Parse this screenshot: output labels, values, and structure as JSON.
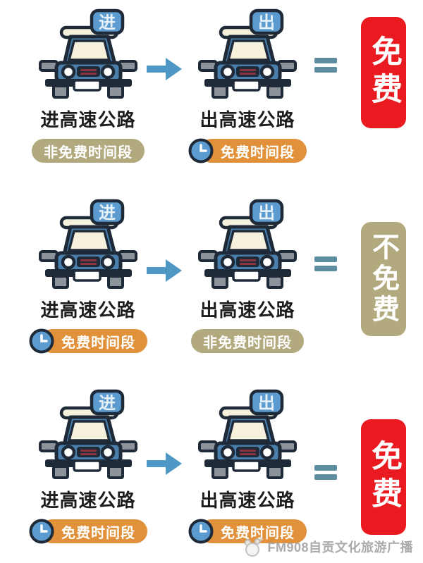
{
  "rows": [
    {
      "enter": {
        "flag": "进",
        "label": "进高速公路",
        "badge": "非免费时间段",
        "badge_style": "olive",
        "has_clock": false
      },
      "exit": {
        "flag": "出",
        "label": "出高速公路",
        "badge": "免费时间段",
        "badge_style": "orange",
        "has_clock": true
      },
      "result": {
        "text": "免费",
        "style": "red"
      }
    },
    {
      "enter": {
        "flag": "进",
        "label": "进高速公路",
        "badge": "免费时间段",
        "badge_style": "orange",
        "has_clock": true
      },
      "exit": {
        "flag": "出",
        "label": "出高速公路",
        "badge": "非免费时间段",
        "badge_style": "olive",
        "has_clock": false
      },
      "result": {
        "text": "不免费",
        "style": "olive"
      }
    },
    {
      "enter": {
        "flag": "进",
        "label": "进高速公路",
        "badge": "免费时间段",
        "badge_style": "orange",
        "has_clock": true
      },
      "exit": {
        "flag": "出",
        "label": "出高速公路",
        "badge": "免费时间段",
        "badge_style": "orange",
        "has_clock": true
      },
      "result": {
        "text": "免费",
        "style": "red"
      }
    }
  ],
  "watermark": {
    "text": "FM908自贡文化旅游广播"
  },
  "colors": {
    "car_body_blue": "#4b80ad",
    "flag_blue": "#5b9bd0",
    "outline_navy": "#1e2a38",
    "windshield_cream": "#f5f1dd",
    "metal_gray": "#8d939b",
    "grille_red": "#8c3540",
    "arrow_blue": "#4f97c4",
    "equals_teal": "#5f8da0",
    "badge_orange": "#e0913a",
    "badge_olive": "#b2aa7e",
    "result_red": "#ea1a21",
    "watermark_gray": "#a2a2a2"
  }
}
